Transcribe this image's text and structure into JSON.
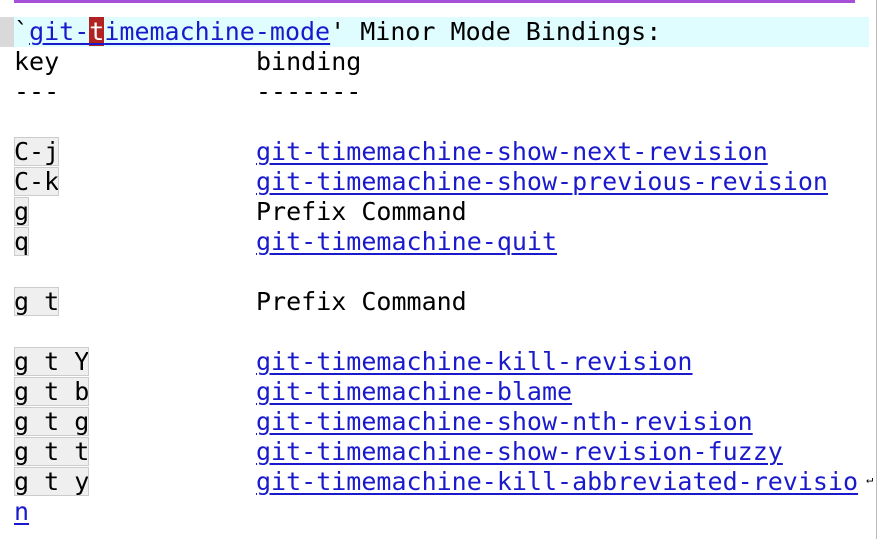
{
  "header": {
    "backtick": "`",
    "mode_prefix": "git-",
    "mode_cursor_char": "t",
    "mode_rest": "imemachine-mode",
    "title_suffix": "' Minor Mode Bindings:"
  },
  "columns": {
    "key": "key",
    "binding": "binding",
    "key_rule": "---",
    "binding_rule": "-------"
  },
  "rows": [
    {
      "key": "C-j",
      "binding": "git-timemachine-show-next-revision",
      "link": true
    },
    {
      "key": "C-k",
      "binding": "git-timemachine-show-previous-revision",
      "link": true
    },
    {
      "key": "g",
      "binding": "Prefix Command",
      "link": false
    },
    {
      "key": "q",
      "binding": "git-timemachine-quit",
      "link": true
    },
    {
      "key": "g t",
      "binding": "Prefix Command",
      "link": false
    },
    {
      "key": "g t Y",
      "binding": "git-timemachine-kill-revision",
      "link": true
    },
    {
      "key": "g t b",
      "binding": "git-timemachine-blame",
      "link": true
    },
    {
      "key": "g t g",
      "binding": "git-timemachine-show-nth-revision",
      "link": true
    },
    {
      "key": "g t t",
      "binding": "git-timemachine-show-revision-fuzzy",
      "link": true
    },
    {
      "key": "g t y",
      "binding": "git-timemachine-kill-abbreviated-revisio",
      "link": true
    }
  ],
  "wrapped_tail": "n",
  "wrap_indicator": "↵"
}
